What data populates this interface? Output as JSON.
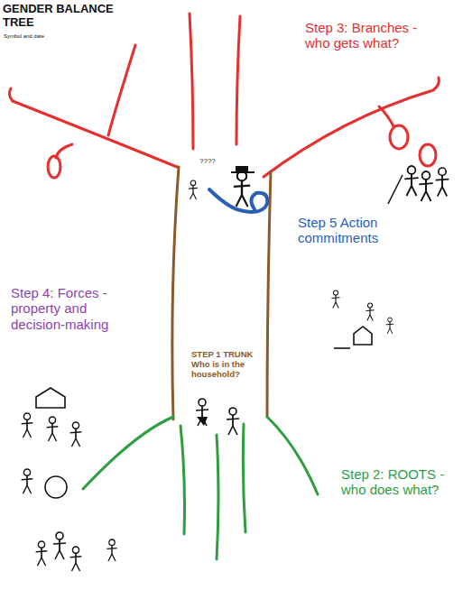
{
  "diagram": {
    "title": "GENDER BALANCE TREE",
    "labels": [
      "Symbol and date",
      "????",
      "Step 3: Branches - who gets what?",
      "Step 5 Action commitments",
      "Step 4: Forces - property and decision-making",
      "STEP 1 TRUNK Who is in the household?",
      "Step 2: ROOTS - who does what?"
    ]
  }
}
